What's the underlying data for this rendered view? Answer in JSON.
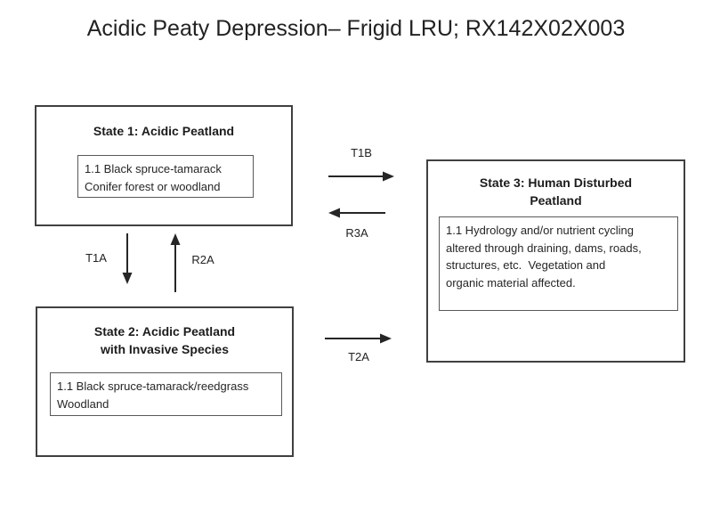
{
  "title": "Acidic Peaty Depression– Frigid LRU; RX142X02X003",
  "states": {
    "state1": {
      "name": "State 1: Acidic Peatland",
      "community": "1.1 Black spruce-tamarack\nConifer forest or woodland"
    },
    "state2": {
      "name": "State 2: Acidic Peatland\nwith Invasive Species",
      "community": "1.1 Black spruce-tamarack/reedgrass\nWoodland"
    },
    "state3": {
      "name": "State 3: Human Disturbed\nPeatland",
      "community": "1.1 Hydrology and/or nutrient cycling\naltered through draining, dams, roads,\nstructures, etc.  Vegetation and\norganic material affected."
    }
  },
  "transitions": {
    "t1b": {
      "label": "T1B",
      "from": "State 1",
      "to": "State 3",
      "direction": "right"
    },
    "r3a": {
      "label": "R3A",
      "from": "State 3",
      "to": "State 1",
      "direction": "left"
    },
    "t1a": {
      "label": "T1A",
      "from": "State 1",
      "to": "State 2",
      "direction": "down"
    },
    "r2a": {
      "label": "R2A",
      "from": "State 2",
      "to": "State 1",
      "direction": "up"
    },
    "t2a": {
      "label": "T2A",
      "from": "State 2",
      "to": "State 3",
      "direction": "right"
    }
  },
  "colors": {
    "text": "#1f1f1f",
    "box_border": "#404040",
    "inner_border": "#595959",
    "arrow": "#262626",
    "background": "#ffffff"
  }
}
